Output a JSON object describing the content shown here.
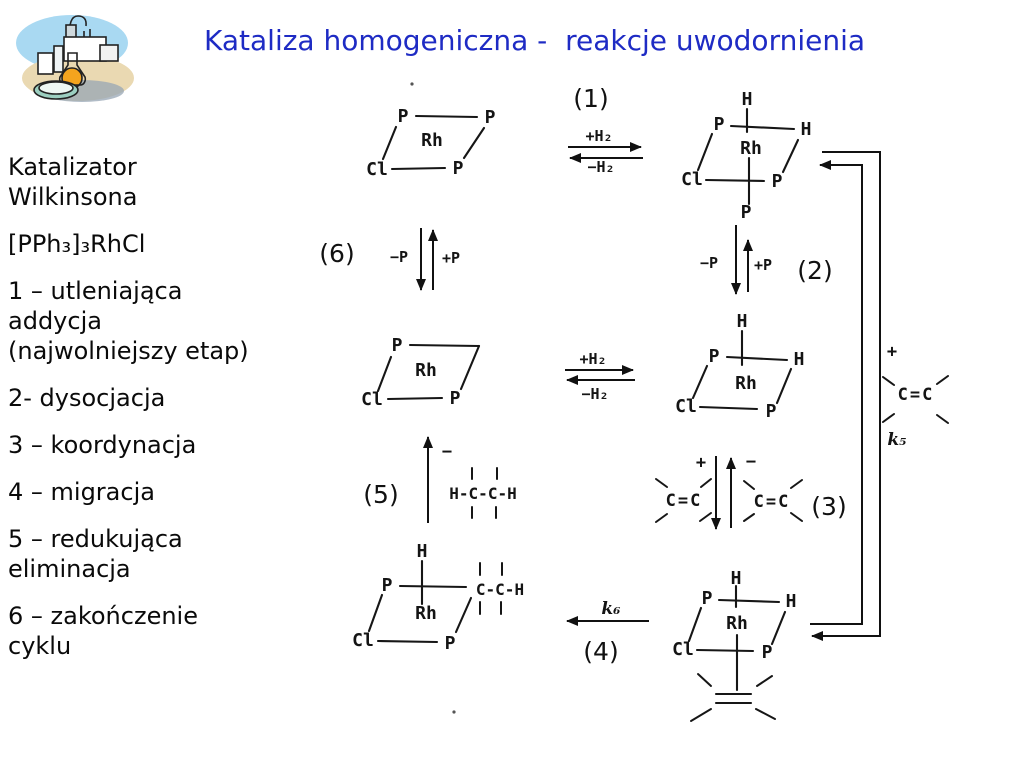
{
  "slide": {
    "title": "Kataliza homogeniczna -  reakcje uwodornienia"
  },
  "colors": {
    "title": "#1e2bc4",
    "body_text": "#0a0a0a",
    "diagram_ink": "#161616",
    "background": "#ffffff"
  },
  "left_panel": {
    "paragraphs": [
      [
        "Katalizator",
        "Wilkinsona"
      ],
      [
        "[PPh₃]₃RhCl"
      ],
      [
        "1 – utleniająca",
        "addycja",
        "(najwolniejszy etap)"
      ],
      [
        "2- dysocjacja"
      ],
      [
        "3 – koordynacja"
      ],
      [
        "4 – migracja"
      ],
      [
        "5 – redukująca",
        "eliminacja"
      ],
      [
        "6 – zakończenie",
        "cyklu"
      ]
    ]
  },
  "diagram": {
    "atoms": {
      "P": "P",
      "Rh": "Rh",
      "Cl": "Cl",
      "H": "H"
    },
    "groups": {
      "alkyl": "C-C-H",
      "ethane": "H-C-C-H",
      "alkene": "C=C"
    },
    "steps": {
      "s1": "(1)",
      "s2": "(2)",
      "s3": "(3)",
      "s4": "(4)",
      "s5": "(5)",
      "s6": "(6)"
    },
    "reagents": {
      "plus_h2": "+H₂",
      "minus_h2": "−H₂",
      "plus_p": "+P",
      "minus_p": "−P",
      "plus": "+",
      "minus": "−"
    },
    "rate_constants": {
      "k5": "k₅",
      "k6": "k₆"
    }
  }
}
